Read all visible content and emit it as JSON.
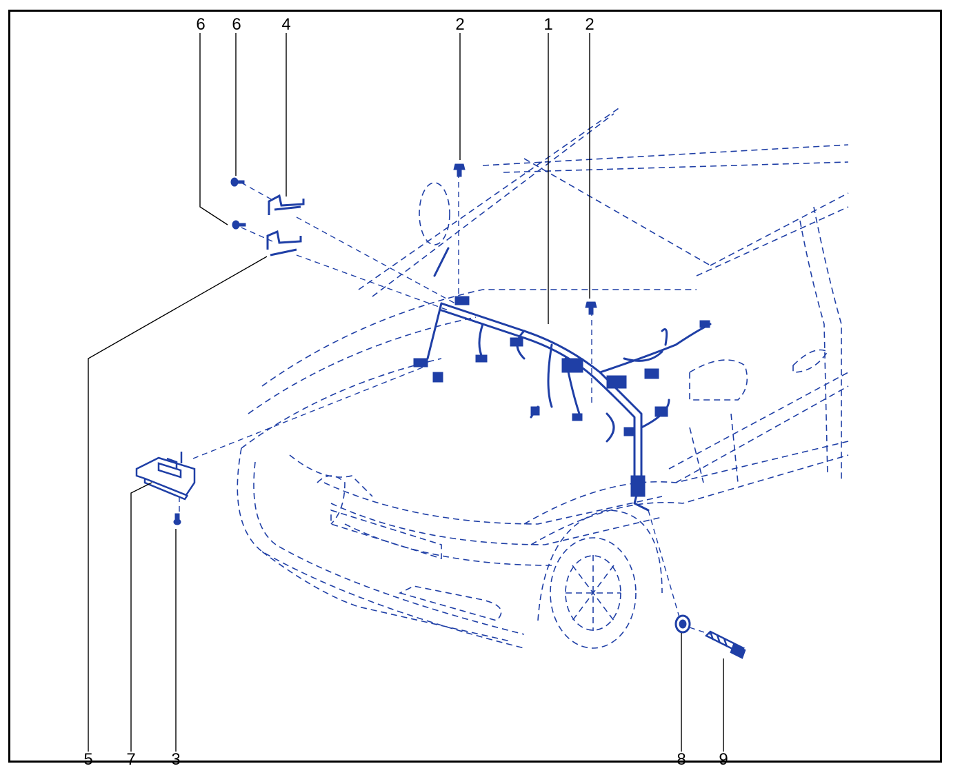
{
  "diagram": {
    "colors": {
      "drawing": "#1f3fa6",
      "leader": "#000000",
      "frame": "#000000"
    },
    "callouts": [
      {
        "id": "c6a",
        "label": "6"
      },
      {
        "id": "c6b",
        "label": "6"
      },
      {
        "id": "c4",
        "label": "4"
      },
      {
        "id": "c2a",
        "label": "2"
      },
      {
        "id": "c1",
        "label": "1"
      },
      {
        "id": "c2b",
        "label": "2"
      },
      {
        "id": "c5",
        "label": "5"
      },
      {
        "id": "c7",
        "label": "7"
      },
      {
        "id": "c3",
        "label": "3"
      },
      {
        "id": "c8",
        "label": "8"
      },
      {
        "id": "c9",
        "label": "9"
      }
    ]
  }
}
